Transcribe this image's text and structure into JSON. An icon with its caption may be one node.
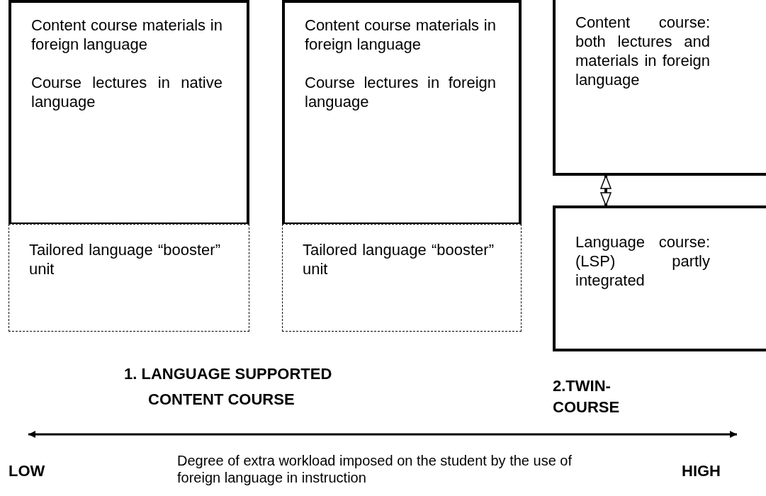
{
  "diagram": {
    "nodes": [
      {
        "text": [
          "Content course materials in foreign language",
          "Course lectures in native language"
        ]
      },
      {
        "text": [
          "Tailored language “booster” unit"
        ]
      },
      {
        "text": [
          "Content course materials in foreign language",
          "Course lectures in foreign language"
        ]
      },
      {
        "text": [
          "Tailored language “booster” unit"
        ]
      },
      {
        "text": [
          "Content course: both lectures and materials in foreign language"
        ]
      },
      {
        "text": [
          "Language course: (LSP) partly integrated"
        ]
      }
    ],
    "edges": [
      {
        "from": 4,
        "to": 5,
        "arrow": "both"
      }
    ],
    "labels": [
      "1. LANGUAGE SUPPORTED CONTENT COURSE",
      "2.TWIN-COURSE",
      "LOW",
      "Degree of extra workload imposed on the student by the use of foreign language in instruction",
      "HIGH"
    ]
  }
}
